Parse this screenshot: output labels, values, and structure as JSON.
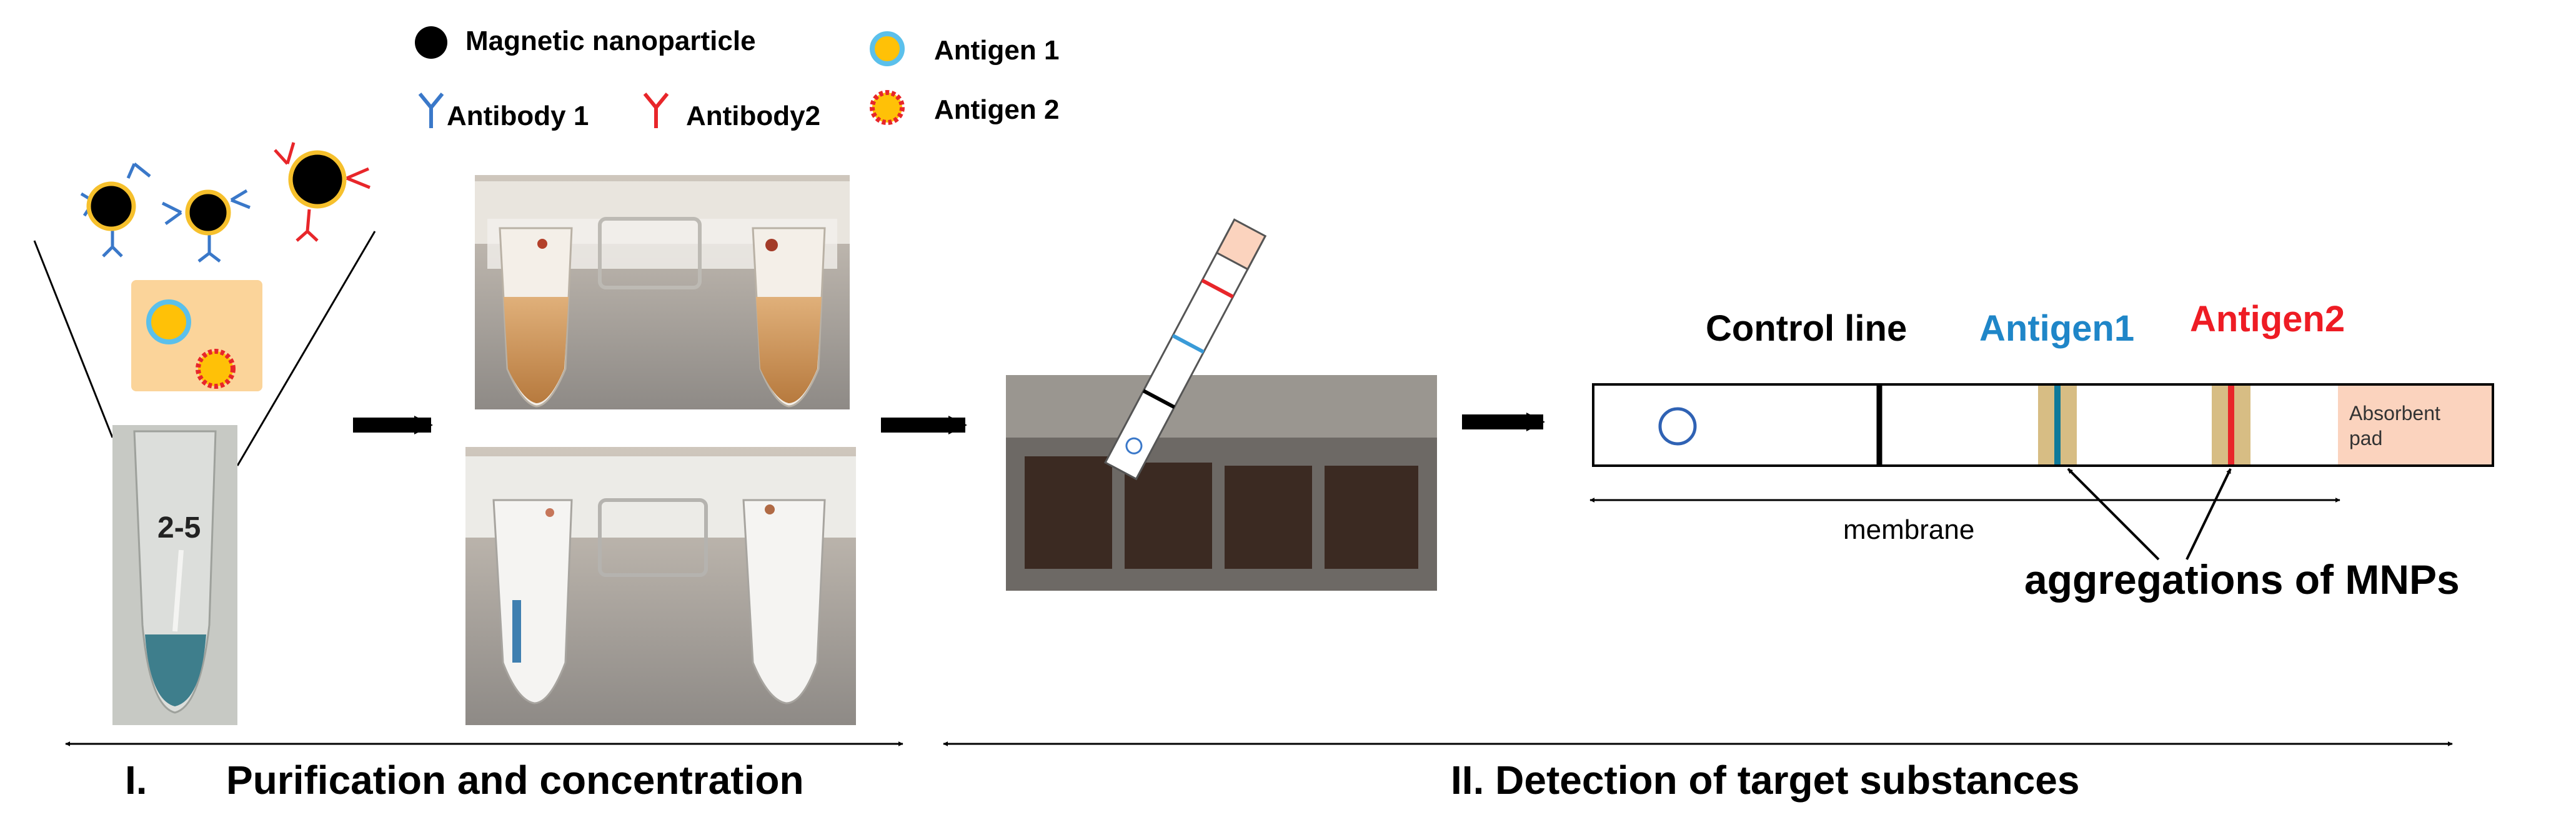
{
  "legend": {
    "magnetic_nanoparticle": "Magnetic nanoparticle",
    "antibody1": "Antibody 1",
    "antibody2": "Antibody2",
    "antigen1": "Antigen 1",
    "antigen2": "Antigen 2"
  },
  "sample_tube_label": "2-5",
  "strip": {
    "control_line": "Control line",
    "antigen1": "Antigen1",
    "antigen2": "Antigen2",
    "absorbent_pad_line1": "Absorbent",
    "absorbent_pad_line2": "pad",
    "membrane": "membrane",
    "aggregations": "aggregations of MNPs"
  },
  "stages": {
    "stage1_number": "I.",
    "stage1_title": "Purification and concentration",
    "stage2_title": "II. Detection of target substances"
  },
  "colors": {
    "antibody1": "#3a78c9",
    "antibody2": "#e8262a",
    "antigen1_label": "#1f86c8",
    "antigen2_label": "#ee1c24",
    "antigen_ring_blue": "#5bc0eb",
    "antigen_ring_red": "#e8262a",
    "antigen_core": "#ffc107",
    "antigen_box": "#fbd49a",
    "band_tan": "#d7bd84",
    "absorbent_pad": "#fbd3be"
  }
}
